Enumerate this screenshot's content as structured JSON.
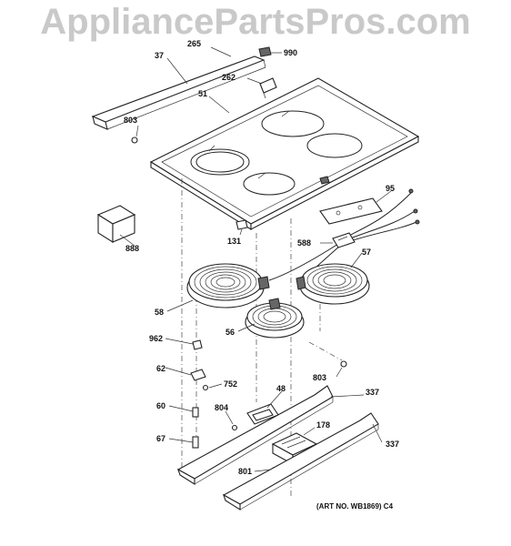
{
  "watermark": "AppliancePartsPros.com",
  "art_number": "(ART NO. WB1869) C4",
  "callouts": {
    "p37": "37",
    "p265": "265",
    "p990": "990",
    "p262": "262",
    "p51": "51",
    "p803a": "803",
    "p95": "95",
    "p888": "888",
    "p131": "131",
    "p588": "588",
    "p57": "57",
    "p58": "58",
    "p56": "56",
    "p962": "962",
    "p62": "62",
    "p752": "752",
    "p803b": "803",
    "p48": "48",
    "p337a": "337",
    "p60": "60",
    "p804": "804",
    "p178": "178",
    "p67": "67",
    "p337b": "337",
    "p801": "801"
  }
}
